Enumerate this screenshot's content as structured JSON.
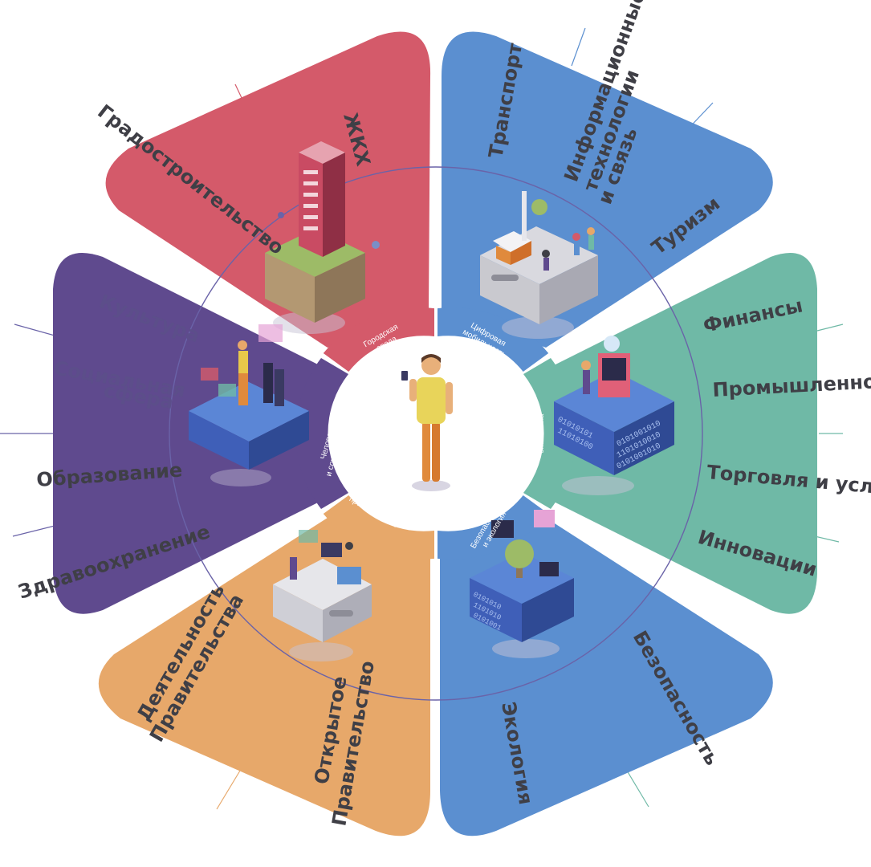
{
  "colors": {
    "urban": "#d45a6a",
    "mobility": "#5b8fd0",
    "economy": "#6fb9a6",
    "security": "#5b8fd0",
    "government": "#e7a86a",
    "human": "#5f4a8e",
    "center": "#ffffff",
    "ring": "#6a63a8"
  },
  "center": {
    "figure": "person-with-phone"
  },
  "segments": {
    "urban": {
      "inner_line1": "Городская",
      "inner_line2": "среда",
      "outer": [
        "Градостроительство",
        "ЖКХ"
      ]
    },
    "mobility": {
      "inner_line1": "Цифровая",
      "inner_line2": "мобильность",
      "outer": [
        "Транспорт",
        "Информационные",
        "технологии",
        "и связь",
        "Туризм"
      ]
    },
    "economy": {
      "inner_line1": "Городская",
      "inner_line2": "экономика",
      "outer": [
        "Финансы",
        "Промышленность",
        "Торговля и услуги",
        "Инновации"
      ]
    },
    "security": {
      "inner_line1": "Безопасность",
      "inner_line2": "и экология",
      "outer": [
        "Безопасность",
        "Экология"
      ]
    },
    "government": {
      "inner_line1": "Цифровое",
      "inner_line2": "правительство",
      "outer": [
        "Деятельность",
        "Правительства",
        "Открытое",
        "Правительство"
      ]
    },
    "human": {
      "inner_line1": "Человеческий",
      "inner_line2": "и социальный капитал",
      "outer": [
        "Культура",
        "Социальная",
        "сфера",
        "Образование",
        "Здравоохранение"
      ]
    }
  }
}
